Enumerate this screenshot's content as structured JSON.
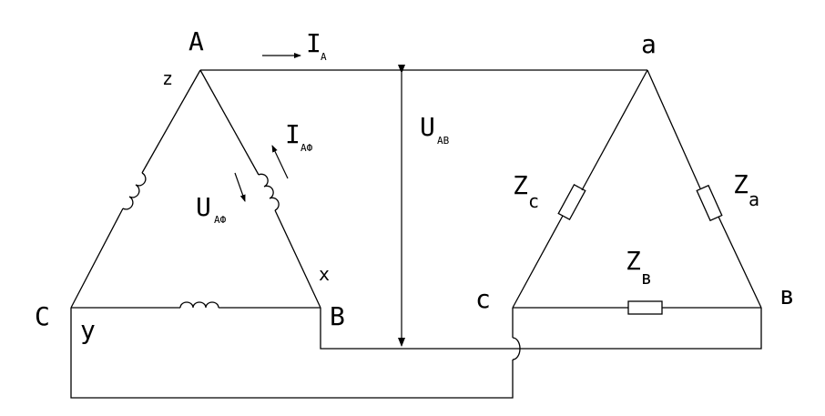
{
  "colors": {
    "line": "#000000",
    "background": "#ffffff"
  },
  "source": {
    "node_a": "A",
    "node_b": "B",
    "node_c": "C",
    "winding_end_a": "z",
    "winding_end_b": "x",
    "winding_end_c": "y"
  },
  "load": {
    "node_a": "a",
    "node_b": "в",
    "node_c": "c",
    "impedance_a": {
      "main": "Z",
      "sub": "a"
    },
    "impedance_b": {
      "main": "Z",
      "sub": "в"
    },
    "impedance_c": {
      "main": "Z",
      "sub": "c"
    }
  },
  "quantities": {
    "line_current": {
      "main": "I",
      "sub": "A"
    },
    "phase_current": {
      "main": "I",
      "sub": "AФ"
    },
    "phase_voltage": {
      "main": "U",
      "sub": "AФ"
    },
    "line_voltage": {
      "main": "U",
      "sub": "AB"
    }
  }
}
